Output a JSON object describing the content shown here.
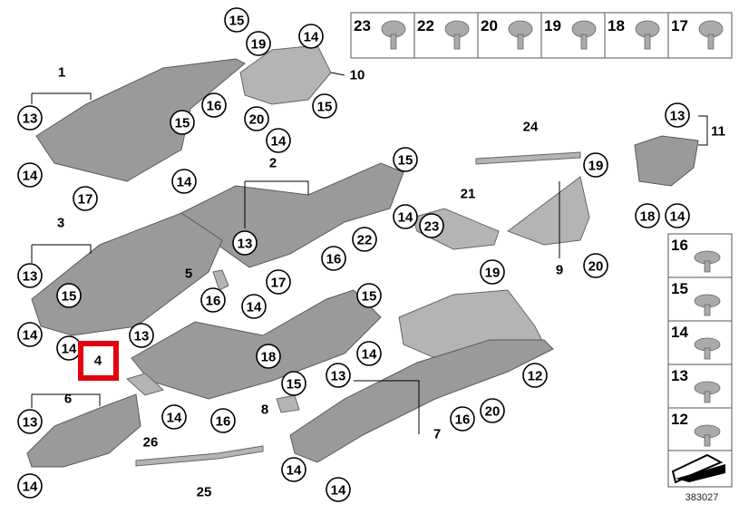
{
  "diagram": {
    "reference_number": "383027",
    "highlight_color": "#e3000f",
    "highlighted_label": "4",
    "fastener_strip_top": [
      "23",
      "22",
      "20",
      "19",
      "18",
      "17"
    ],
    "fastener_strip_right": [
      "16",
      "15",
      "14",
      "13",
      "12"
    ],
    "plain_labels": [
      "1",
      "10",
      "2",
      "24",
      "11",
      "3",
      "21",
      "5",
      "9",
      "6",
      "8",
      "7",
      "26",
      "25"
    ],
    "callouts": [
      "15",
      "14",
      "19",
      "16",
      "20",
      "15",
      "14",
      "13",
      "15",
      "14",
      "14",
      "17",
      "15",
      "14",
      "19",
      "13",
      "16",
      "17",
      "22",
      "23",
      "20",
      "19",
      "13",
      "15",
      "16",
      "14",
      "15",
      "14",
      "14",
      "13",
      "14",
      "18",
      "15",
      "12",
      "14",
      "16",
      "13",
      "16",
      "20",
      "13",
      "14",
      "14",
      "14",
      "13",
      "18",
      "14"
    ]
  }
}
